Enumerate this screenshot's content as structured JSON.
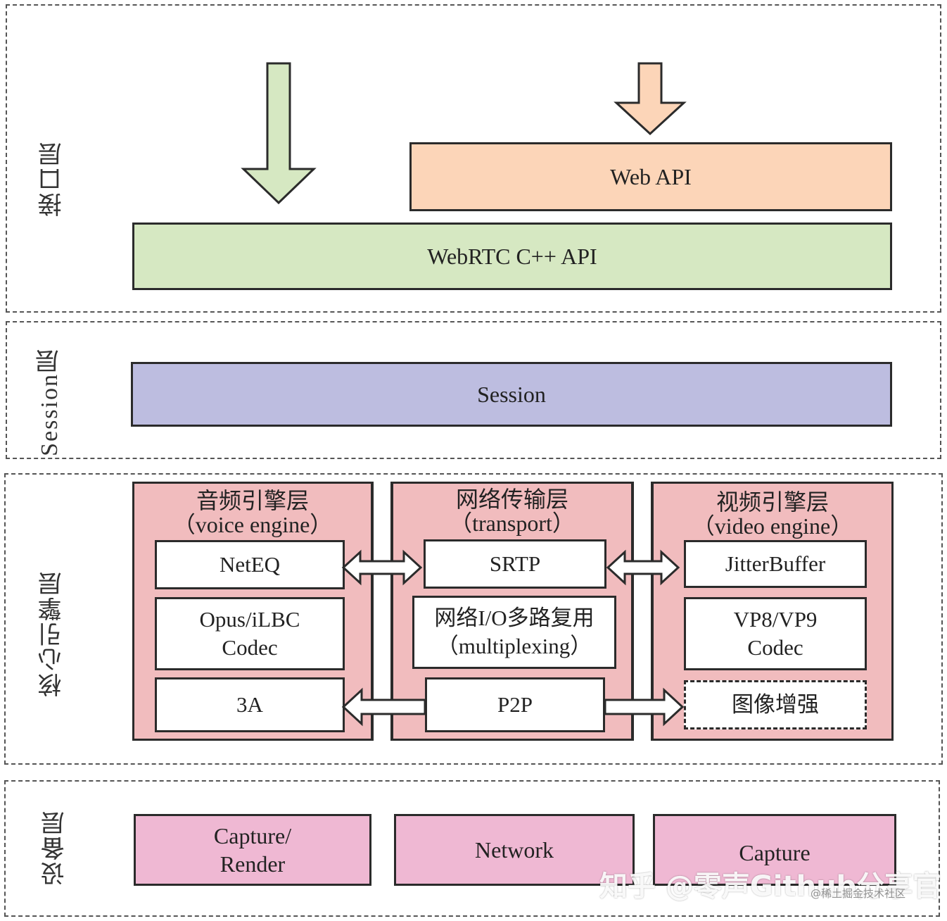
{
  "layers": {
    "interface": "接口层",
    "session": "Session层",
    "core": "核心引擎层",
    "device": "设备层"
  },
  "interface": {
    "web_api": "Web API",
    "webrtc_cpp_api": "WebRTC C++ API"
  },
  "session": {
    "box": "Session"
  },
  "core": {
    "audio": {
      "title": "音频引擎层",
      "subtitle": "（voice engine）",
      "items": [
        "NetEQ",
        "Opus/iLBC\nCodec",
        "3A"
      ]
    },
    "transport": {
      "title": "网络传输层",
      "subtitle": "（transport）",
      "items": [
        "SRTP",
        "网络I/O多路复用\n（multiplexing）",
        "P2P"
      ]
    },
    "video": {
      "title": "视频引擎层",
      "subtitle": "（video engine）",
      "items": [
        "JitterBuffer",
        "VP8/VP9\nCodec",
        "图像增强"
      ]
    }
  },
  "device": {
    "items": [
      "Capture/\nRender",
      "Network",
      "Capture"
    ]
  },
  "colors": {
    "web_api": "#fcd5b8",
    "cpp_api": "#d6e8c2",
    "session": "#bdbde0",
    "core_panel": "#f1bcbe",
    "device": "#efb8d3"
  },
  "watermark": {
    "main": "知乎 @零声Github分享官",
    "sub": "@稀土掘金技术社区"
  }
}
